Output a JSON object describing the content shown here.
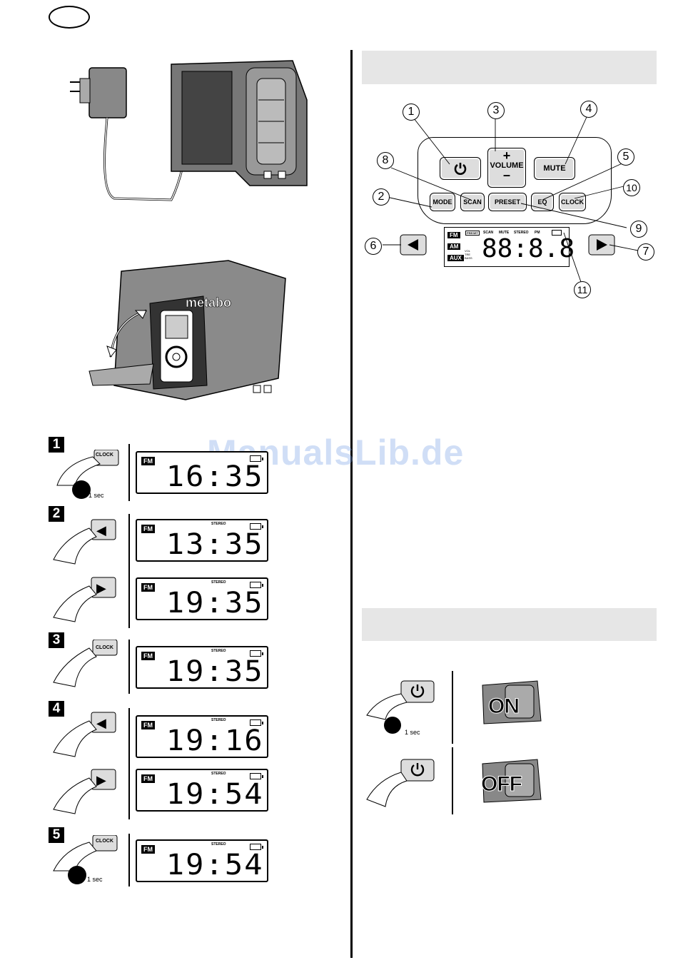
{
  "watermark": "ManualsLib.de",
  "control_panel": {
    "buttons": {
      "volume": "VOLUME",
      "volume_plus": "+",
      "volume_minus": "–",
      "mute": "MUTE",
      "mode": "MODE",
      "scan": "SCAN",
      "preset": "PRESET",
      "eq": "EQ",
      "clock": "CLOCK"
    },
    "callouts": [
      "1",
      "2",
      "3",
      "4",
      "5",
      "6",
      "7",
      "8",
      "9",
      "10",
      "11"
    ],
    "display": {
      "bands": [
        "FM",
        "AM",
        "AUX"
      ],
      "preset": "PRESET",
      "indicators": [
        "SCAN",
        "MUTE",
        "STEREO",
        "PM"
      ],
      "side_labels": [
        "VOL",
        "TRE",
        "BASS"
      ],
      "digits": "88:8.8"
    }
  },
  "steps": [
    {
      "num": "1",
      "button": "CLOCK",
      "hold": "1 sec",
      "display_band": "FM",
      "time": "16:35"
    },
    {
      "num": "2",
      "button": "◀",
      "display_band": "FM",
      "stereo": "STEREO",
      "time": "13:35"
    },
    {
      "num": "",
      "button": "▶",
      "display_band": "FM",
      "stereo": "STEREO",
      "time": "19:35"
    },
    {
      "num": "3",
      "button": "CLOCK",
      "display_band": "FM",
      "stereo": "STEREO",
      "time": "19:35"
    },
    {
      "num": "4",
      "button": "◀",
      "display_band": "FM",
      "stereo": "STEREO",
      "time": "19:16"
    },
    {
      "num": "",
      "button": "▶",
      "display_band": "FM",
      "stereo": "STEREO",
      "time": "19:54"
    },
    {
      "num": "5",
      "button": "CLOCK",
      "hold": "1 sec",
      "display_band": "FM",
      "stereo": "STEREO",
      "time": "19:54"
    }
  ],
  "power": {
    "on_label": "ON",
    "off_label": "OFF",
    "hold": "1 sec"
  },
  "radio_brand": "metabo"
}
